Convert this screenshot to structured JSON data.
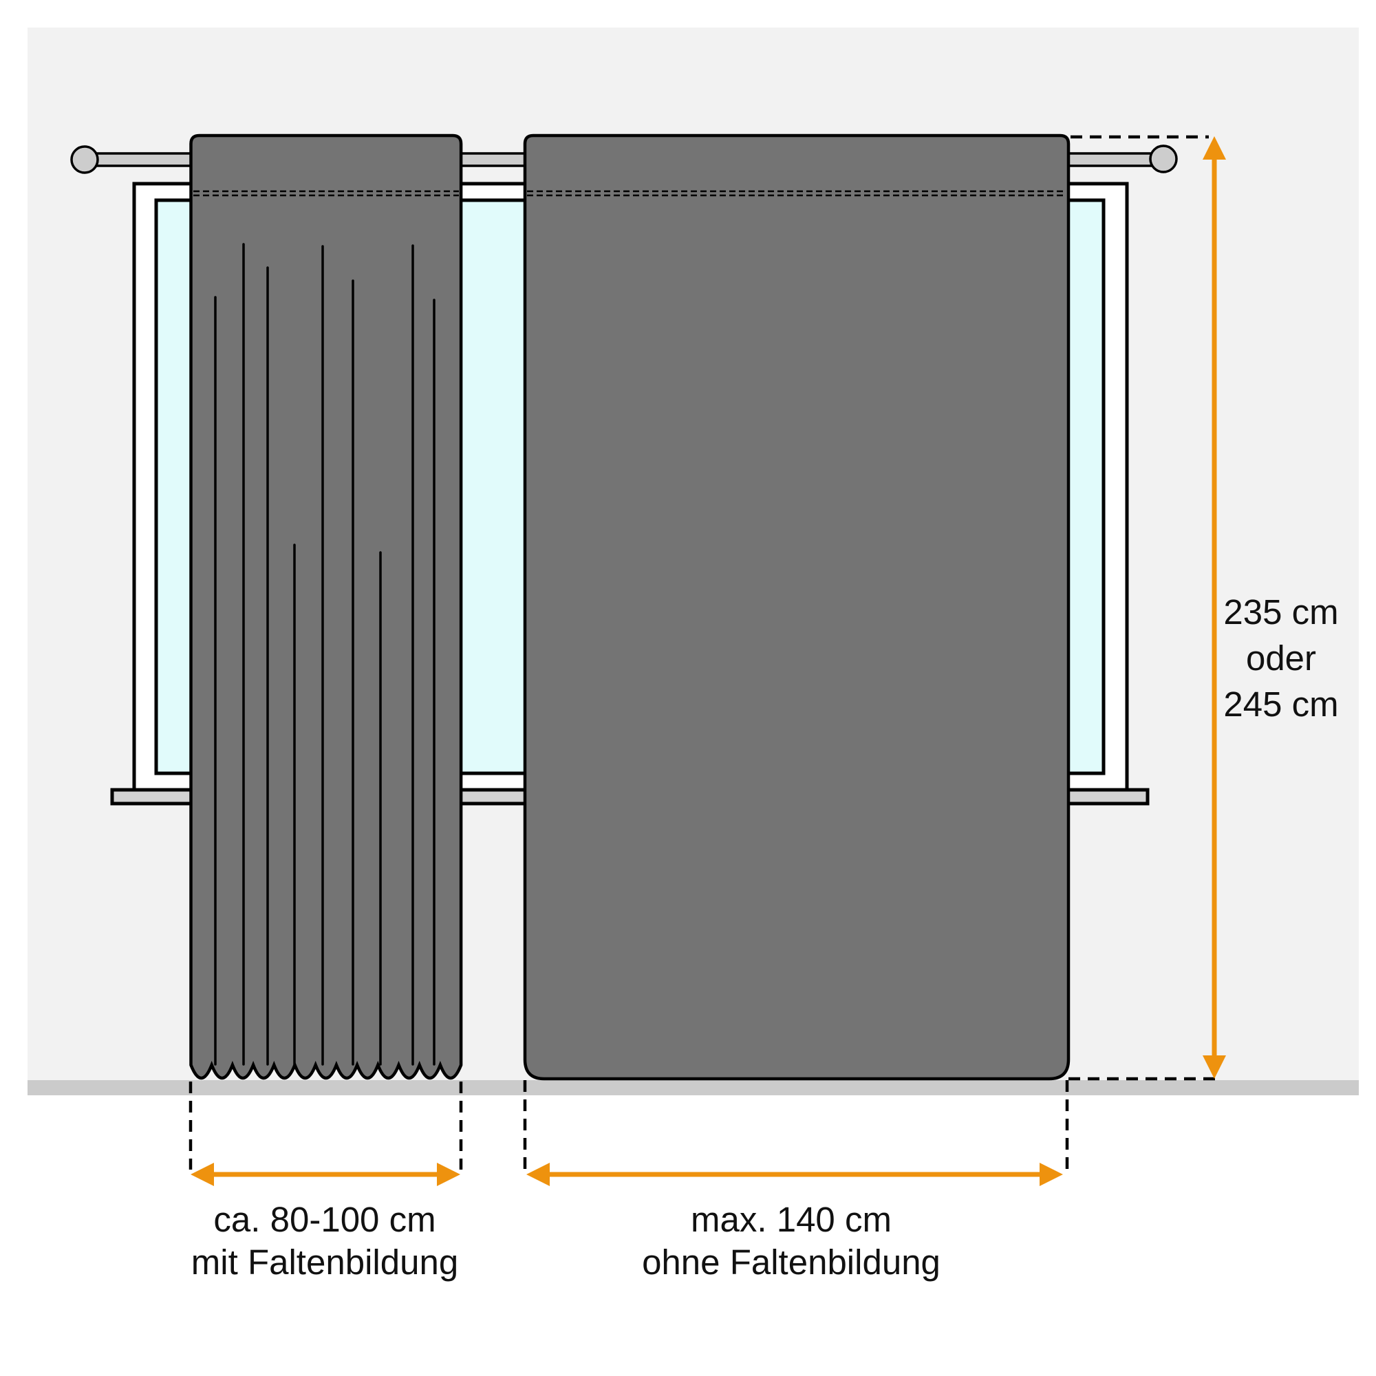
{
  "diagram": {
    "description": "Curtain measuring guide: pleated curtain vs flat curtain on a rod in front of a window",
    "height_label": {
      "line1": "235 cm",
      "line2": "oder",
      "line3": "245 cm"
    },
    "pleated_width_label": {
      "line1": "ca. 80-100 cm",
      "line2": "mit Faltenbildung"
    },
    "flat_width_label": {
      "line1": "max. 140 cm",
      "line2": "ohne Faltenbildung"
    }
  },
  "colors": {
    "wall": "#f2f2f2",
    "floor": "#cbcbcb",
    "curtain": "#747474",
    "outline": "#000000",
    "rod": "#cdcdcd",
    "sill": "#d2d2d2",
    "window_frame": "#ffffff",
    "window_glass": "#e1fbfb",
    "accent_orange": "#ee920e",
    "text": "#111111"
  }
}
